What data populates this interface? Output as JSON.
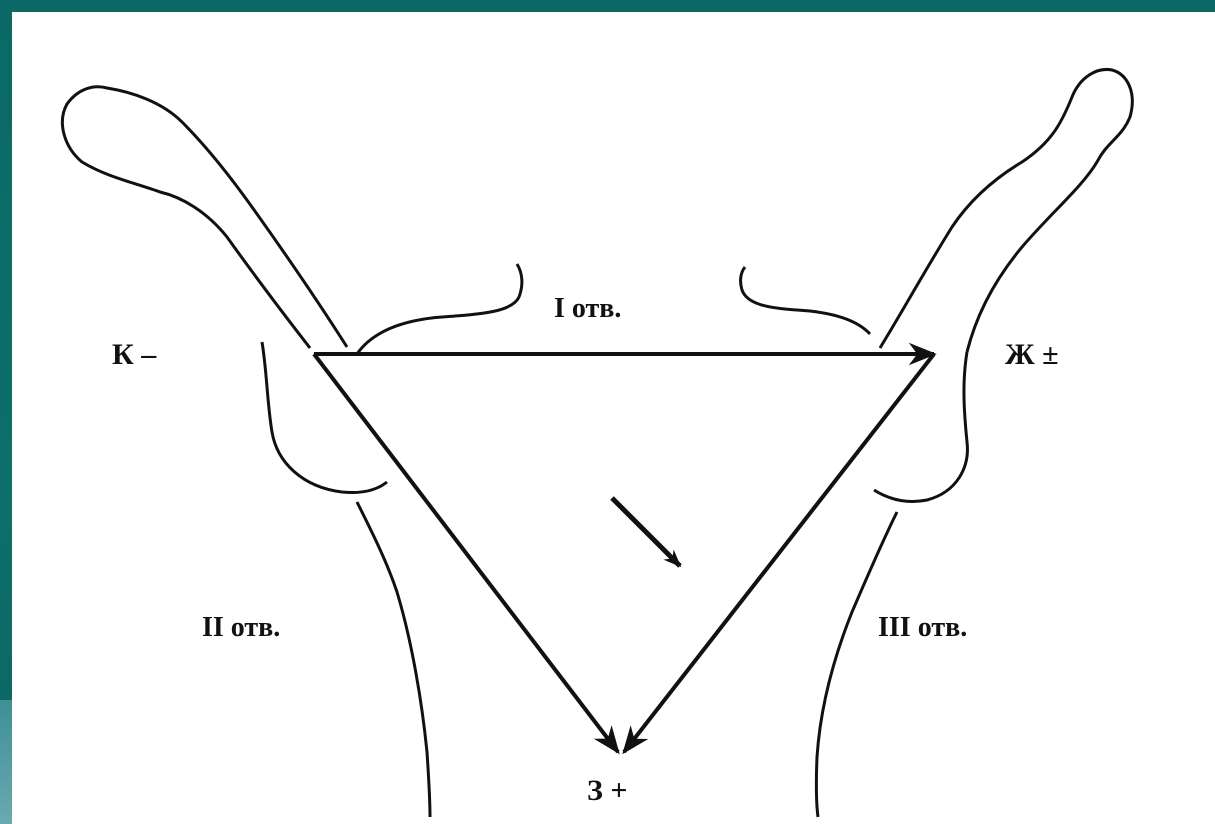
{
  "diagram": {
    "electrodes": {
      "right_arm": "К –",
      "left_arm": "Ж ±",
      "left_leg": "З +"
    },
    "leads": {
      "lead_1": "I отв.",
      "lead_2": "II отв.",
      "lead_3": "III отв."
    },
    "colors": {
      "background": "#0b6b68",
      "paper": "#ffffff",
      "ink": "#111111"
    }
  }
}
